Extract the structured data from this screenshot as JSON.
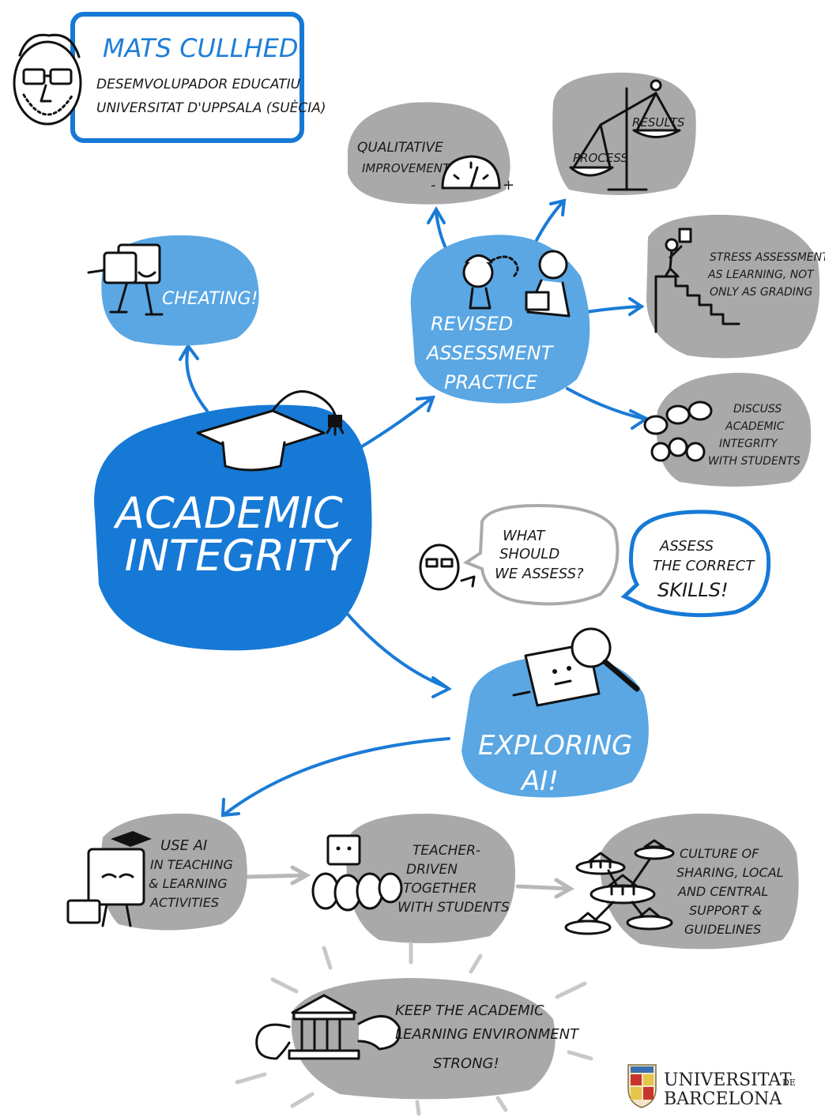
{
  "speaker": {
    "name": "MATS CULLHED",
    "role_line1": "DESEMVOLUPADOR EDUCATIU",
    "role_line2": "UNIVERSITAT D'UPPSALA (SUÈCIA)"
  },
  "center": {
    "line1": "ACADEMIC",
    "line2": "INTEGRITY"
  },
  "cheating": {
    "label": "CHEATING!"
  },
  "revised": {
    "line1": "REVISED",
    "line2": "ASSESSMENT",
    "line3": "PRACTICE"
  },
  "qualitative": {
    "line1": "QUALITATIVE",
    "line2": "IMPROVEMENT",
    "minus": "-",
    "plus": "+"
  },
  "scale": {
    "process": "PROCESS",
    "results": "RESULTS"
  },
  "stress": {
    "line1": "STRESS ASSESSMENT",
    "line2": "AS LEARNING, NOT",
    "line3": "ONLY AS GRADING"
  },
  "discuss": {
    "line1": "DISCUSS",
    "line2": "ACADEMIC",
    "line3": "INTEGRITY",
    "line4": "WITH STUDENTS"
  },
  "question": {
    "line1": "WHAT",
    "line2": "SHOULD",
    "line3": "WE ASSESS?"
  },
  "answer": {
    "line1": "ASSESS",
    "line2": "THE CORRECT",
    "line3": "SKILLS!"
  },
  "exploring": {
    "line1": "EXPLORING",
    "line2": "AI!"
  },
  "use_ai": {
    "line1": "USE AI",
    "line2": "IN TEACHING",
    "line3": "& LEARNING",
    "line4": "ACTIVITIES"
  },
  "teacher": {
    "line1": "TEACHER-",
    "line2": "DRIVEN",
    "line3": "TOGETHER",
    "line4": "WITH STUDENTS"
  },
  "culture": {
    "line1": "CULTURE OF",
    "line2": "SHARING, LOCAL",
    "line3": "AND CENTRAL",
    "line4": "SUPPORT &",
    "line5": "GUIDELINES"
  },
  "keep": {
    "line1": "KEEP THE ACADEMIC",
    "line2": "LEARNING ENVIRONMENT",
    "line3": "STRONG!"
  },
  "logo": {
    "line1": "UNIVERSITAT",
    "line1_suffix": "DE",
    "line2": "BARCELONA"
  },
  "colors": {
    "dark_blue": "#1679d6",
    "light_blue": "#5aa7e4",
    "gray": "#a9a9a9",
    "ink": "#111111"
  }
}
